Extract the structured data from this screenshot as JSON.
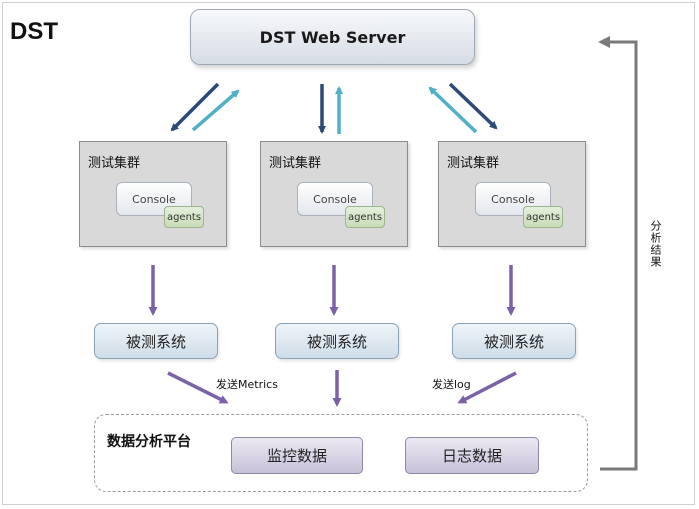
{
  "brand": "DST",
  "server": {
    "label": "DST Web Server"
  },
  "clusters": [
    {
      "title": "测试集群",
      "console": "Console",
      "agents": "agents"
    },
    {
      "title": "测试集群",
      "console": "Console",
      "agents": "agents"
    },
    {
      "title": "测试集群",
      "console": "Console",
      "agents": "agents"
    }
  ],
  "systems": [
    "被测系统",
    "被测系统",
    "被测系统"
  ],
  "edges": {
    "send_metrics": "发送Metrics",
    "send_log": "发送log"
  },
  "platform": {
    "title": "数据分析平台",
    "monitor": "监控数据",
    "logs": "日志数据"
  },
  "feedback": {
    "label": "分析结果"
  },
  "colors": {
    "arrow_dark": "#2c4a78",
    "arrow_light": "#4fb0c8",
    "arrow_purple": "#7b62a8",
    "feedback": "#7a7a7a"
  }
}
